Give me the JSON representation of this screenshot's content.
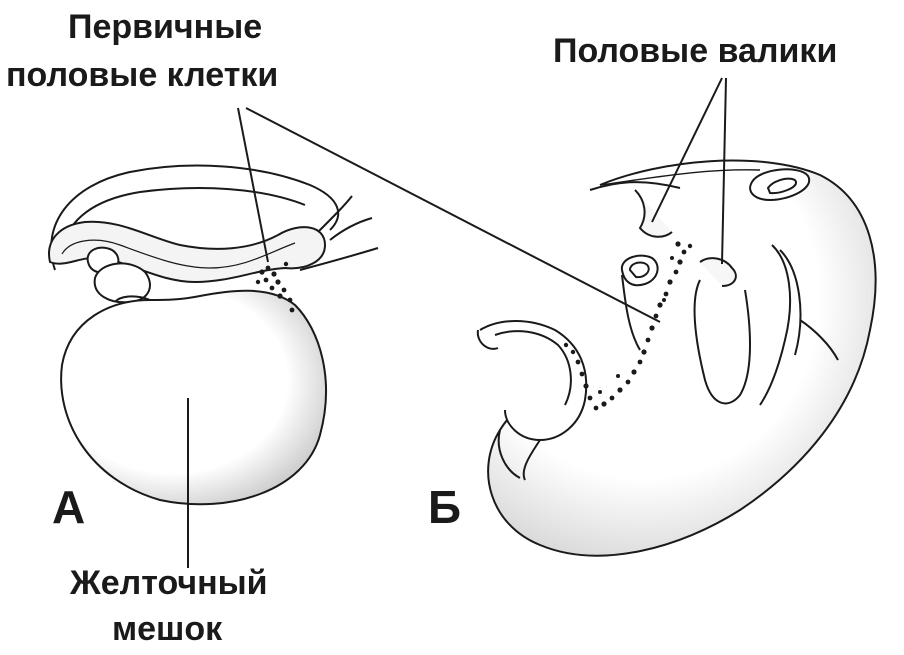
{
  "labels": {
    "primary_germ_cells_line1": "Первичные",
    "primary_germ_cells_line2": "половые клетки",
    "genital_ridges": "Половые валики",
    "yolk_sac_line1": "Желточный",
    "yolk_sac_line2": "мешок",
    "panel_a": "А",
    "panel_b": "Б"
  },
  "colors": {
    "ink": "#1a1a1a",
    "background": "#ffffff",
    "stipple": "#555555"
  }
}
